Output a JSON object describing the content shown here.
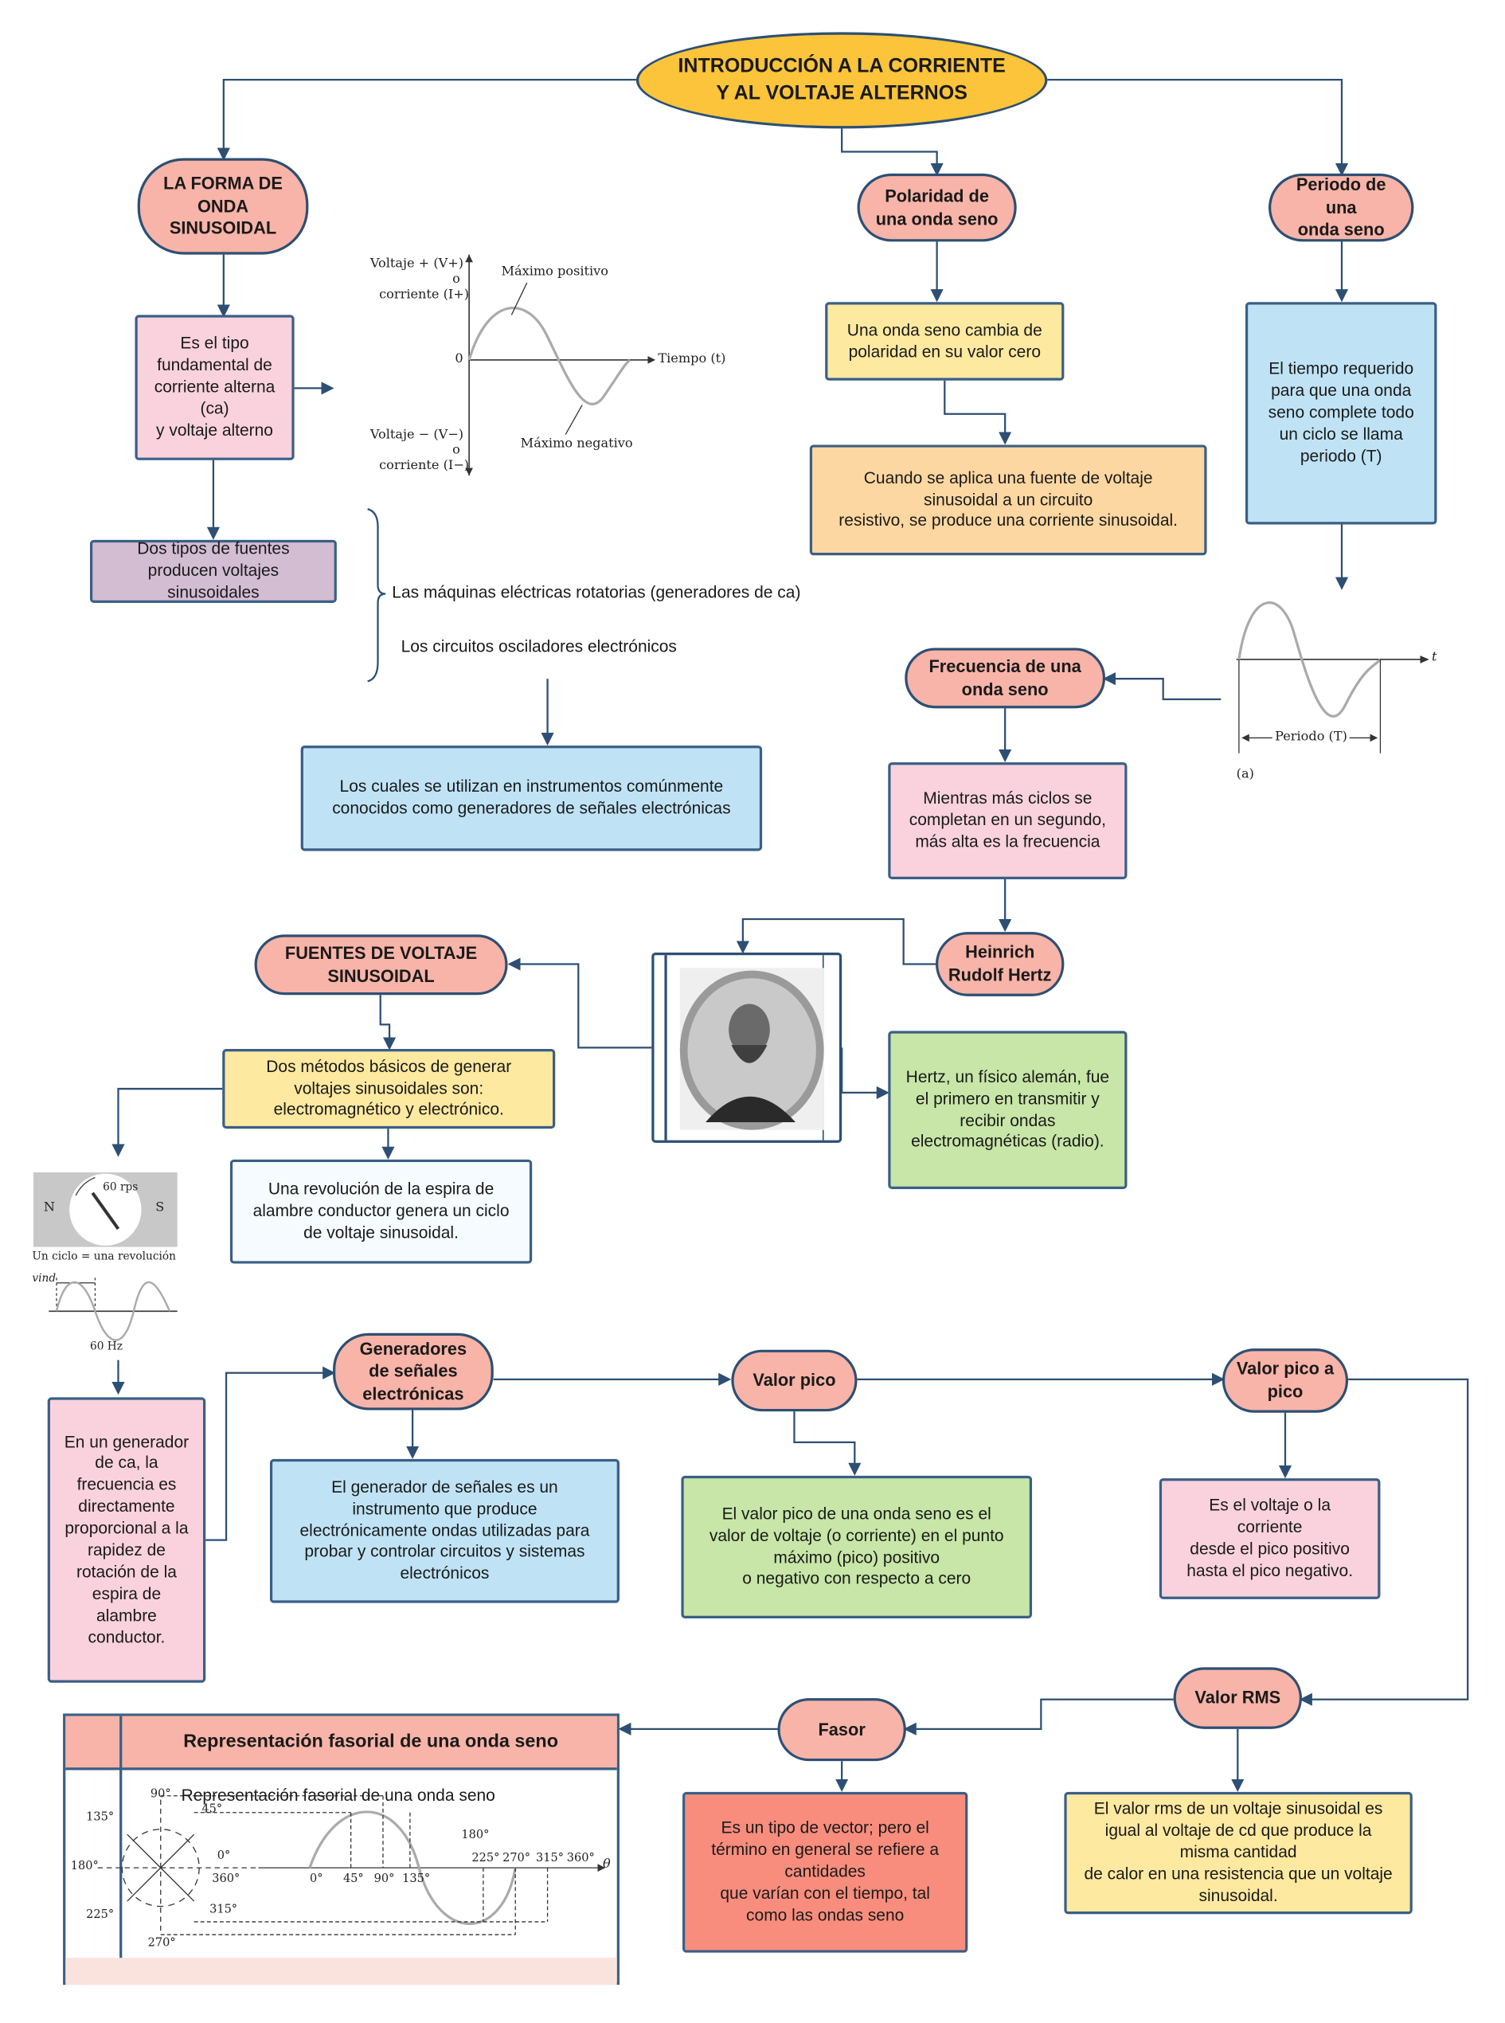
{
  "title": "INTRODUCCIÓN A LA CORRIENTE\nY AL VOLTAJE ALTERNOS",
  "colors": {
    "line": "#2d4f73",
    "title_fill": "#fcc43a",
    "pill_fill": "#f8b4a8"
  },
  "nodes": {
    "forma_onda": "LA FORMA DE\nONDA SINUSOIDAL",
    "tipo_fundamental": "Es el tipo\nfundamental de\ncorriente alterna\n(ca)\ny voltaje alterno",
    "dos_tipos": "Dos tipos de fuentes\nproducen voltajes\nsinusoidales",
    "maquinas": "Las máquinas eléctricas rotatorias (generadores de ca)",
    "circuitos": "Los circuitos osciladores electrónicos",
    "instrumentos": "Los cuales se utilizan en instrumentos comúnmente\nconocidos como generadores de señales electrónicas",
    "polaridad": "Polaridad de\nuna onda seno",
    "polaridad_desc": "Una onda seno cambia de\npolaridad en su valor cero",
    "fuente_voltaje": "Cuando se aplica una fuente de voltaje\nsinusoidal  a un circuito\nresistivo, se produce una corriente sinusoidal.",
    "periodo": "Periodo de una\nonda seno",
    "periodo_desc": "El tiempo requerido\npara que una onda\nseno complete todo\nun ciclo se llama\nperiodo (T)",
    "frecuencia": "Frecuencia de una\nonda seno",
    "frecuencia_desc": "Mientras más ciclos se\ncompletan en un segundo,\nmás alta es la frecuencia",
    "hertz": "Heinrich\nRudolf Hertz",
    "hertz_desc": "Hertz, un físico alemán, fue\nel primero en transmitir y\nrecibir ondas\nelectromagnéticas (radio).",
    "fuentes": "FUENTES DE VOLTAJE\nSINUSOIDAL",
    "dos_metodos": "Dos métodos básicos de generar\nvoltajes sinusoidales son:\nelectromagnético y electrónico.",
    "revolucion": "Una revolución de la espira de\nalambre conductor genera un ciclo\nde voltaje sinusoidal.",
    "generador_ca": "En un generador\nde ca, la\nfrecuencia es\ndirectamente\nproporcional a la\nrapidez de\nrotación de la\nespira de\nalambre\nconductor.",
    "generadores": "Generadores\nde señales\nelectrónicas",
    "generadores_desc": "El generador de señales es un\ninstrumento que produce\nelectrónicamente ondas utilizadas para\nprobar y controlar circuitos y sistemas\nelectrónicos",
    "valor_pico": "Valor pico",
    "valor_pico_desc": "El valor pico de una onda seno es el\nvalor de voltaje (o corriente) en el punto\nmáximo (pico) positivo\no negativo con respecto a cero",
    "pico_pico": "Valor pico a\npico",
    "pico_pico_desc": "Es el voltaje o la\ncorriente\ndesde el pico positivo\nhasta el pico negativo.",
    "rms": "Valor RMS",
    "rms_desc": "El valor rms de un voltaje sinusoidal es\nigual al voltaje de cd que produce la\nmisma cantidad\nde calor en una resistencia que un voltaje\nsinusoidal.",
    "fasor": "Fasor",
    "fasor_desc": "Es un tipo de vector; pero el\ntérmino en general se refiere a\ncantidades\nque varían con el tiempo, tal\ncomo las ondas seno",
    "fasorial_header": "Representación fasorial de una onda seno",
    "fasorial_caption": "Representación fasorial de una onda seno"
  },
  "figures": {
    "sine": {
      "y_top": "Voltaje + (V+)",
      "o1": "o",
      "y_top2": "corriente (I+)",
      "zero": "0",
      "max_pos": "Máximo positivo",
      "time": "Tiempo (t)",
      "y_bot": "Voltaje − (V−)",
      "o2": "o",
      "y_bot2": "corriente (I−)",
      "max_neg": "Máximo negativo"
    },
    "period": {
      "t": "t",
      "label": "Periodo (T)",
      "caption": "(a)"
    },
    "generator": {
      "n": "N",
      "s": "S",
      "rps": "60 rps",
      "cycle": "Un ciclo = una revolución",
      "vind": "vind",
      "hz": "60 Hz"
    },
    "phasor": {
      "a90": "90°",
      "a45": "45°",
      "a135": "135°",
      "a0": "0°",
      "a180": "180°",
      "a360": "360°",
      "a225": "225°",
      "a315": "315°",
      "a270": "270°",
      "w0": "0°",
      "w45": "45°",
      "w90": "90°",
      "w135": "135°",
      "w180": "180°",
      "w225": "225°",
      "w270": "270°",
      "w315": "315°",
      "w360": "360°",
      "theta": "θ"
    }
  }
}
